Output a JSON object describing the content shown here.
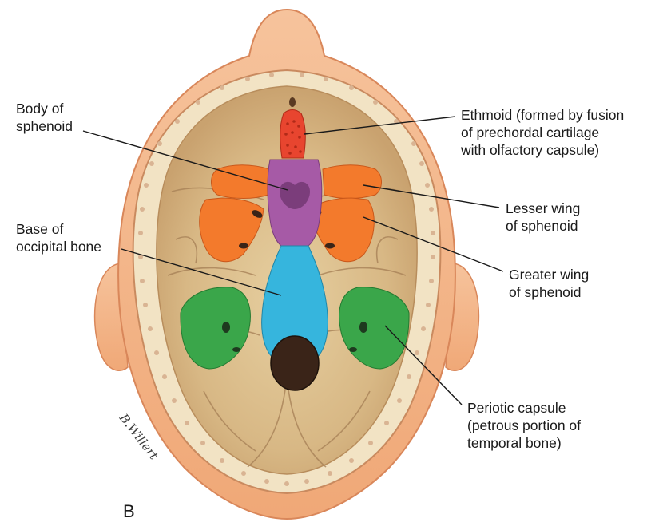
{
  "figure_letter": "B",
  "signature": "B.Willert",
  "colors": {
    "skin": "#f3b48a",
    "skin_edge": "#d9875a",
    "bone_rim": "#f2e3c4",
    "fossa": "#d9bb88",
    "ethmoid": "#e8452f",
    "body_of_sphenoid": "#a65aa6",
    "wings_of_sphenoid": "#f37a2c",
    "base_of_occipital": "#36b5dd",
    "periotic_capsule": "#3aa64a",
    "foramen": "#3a2418"
  },
  "labels": {
    "body_of_sphenoid": [
      "Body of",
      "sphenoid"
    ],
    "base_of_occipital": [
      "Base of",
      "occipital bone"
    ],
    "ethmoid": [
      "Ethmoid (formed by fusion",
      "of prechordal cartilage",
      "with olfactory capsule)"
    ],
    "lesser_wing": [
      "Lesser wing",
      "of sphenoid"
    ],
    "greater_wing": [
      "Greater wing",
      "of sphenoid"
    ],
    "periotic_capsule": [
      "Periotic capsule",
      "(petrous portion of",
      "temporal bone)"
    ]
  }
}
